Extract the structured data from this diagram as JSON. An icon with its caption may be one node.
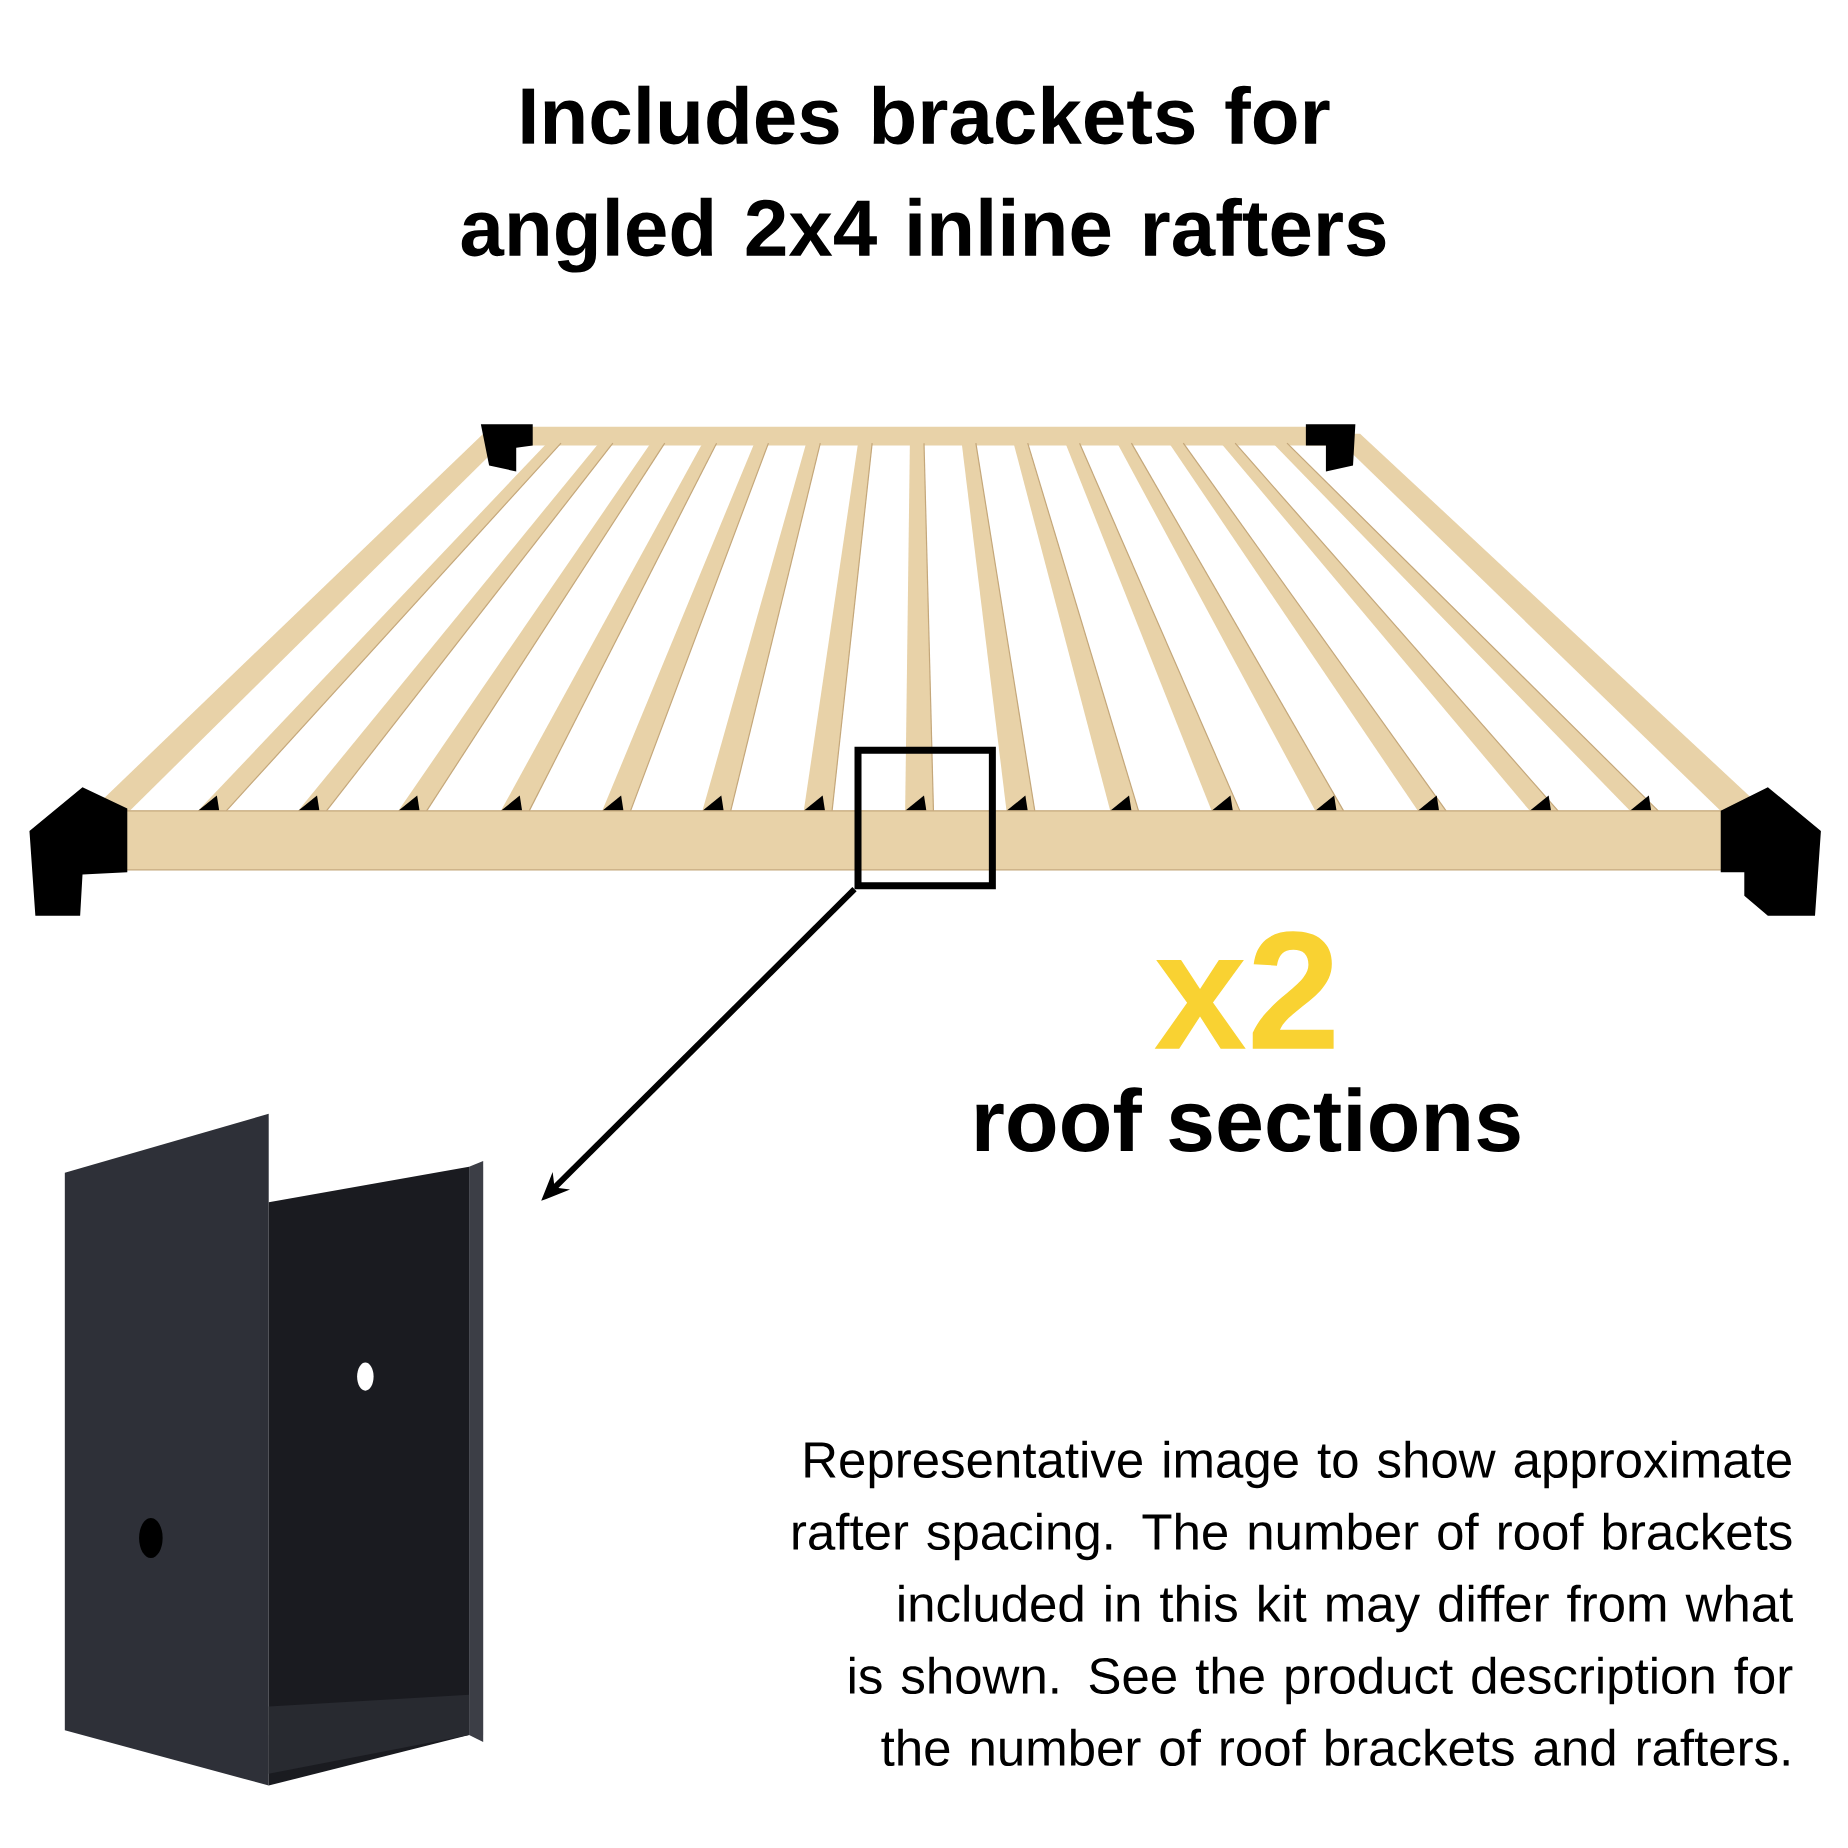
{
  "diagram": {
    "title": "Includes brackets for angled 2x4 inline rafters",
    "nodes": [
      {
        "text": [],
        "shape": "box"
      },
      {
        "text": [],
        "shape": "picture"
      }
    ],
    "edges": [
      {
        "from": 0,
        "to": 1,
        "arrow": "to"
      }
    ],
    "labels": [
      "x2",
      "roof sections",
      "Representative image to show approximate rafter spacing. The number of roof brackets included in this kit may differ from what is shown. See the product description for the number of roof brackets and rafters."
    ]
  }
}
